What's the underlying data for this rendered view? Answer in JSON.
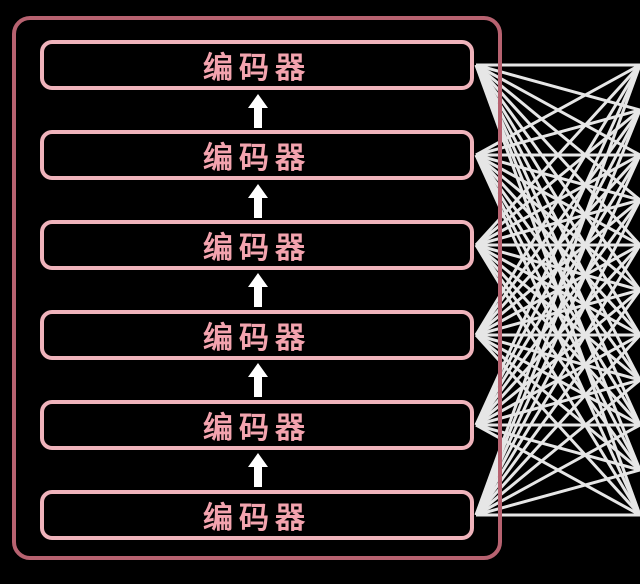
{
  "diagram": {
    "encoders": [
      {
        "label": "编码器"
      },
      {
        "label": "编码器"
      },
      {
        "label": "编码器"
      },
      {
        "label": "编码器"
      },
      {
        "label": "编码器"
      },
      {
        "label": "编码器"
      }
    ],
    "colors": {
      "background": "#000000",
      "frame": "#b76270",
      "encoder_border": "#efb3bb",
      "encoder_text": "#f3a3ae",
      "arrow": "#ffffff",
      "connections": "#e6e6e6"
    }
  }
}
